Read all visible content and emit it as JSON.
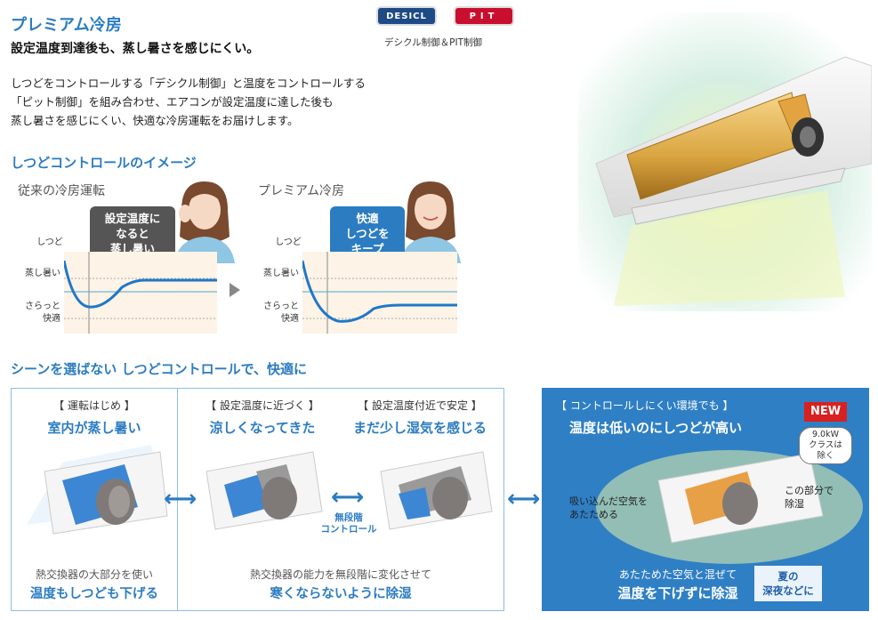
{
  "header": {
    "title": "プレミアム冷房",
    "subtitle": "設定温度到達後も、蒸し暑さを感じにくい。",
    "intro": "しつどをコントロールする「デシクル制御」と温度をコントロールする\n「ピット制御」を組み合わせ、エアコンが設定温度に達した後も\n蒸し暑さを感じにくい、快適な冷房運転をお届けします。"
  },
  "badges": {
    "desicl": "DESICL",
    "pit": "PIT",
    "caption": "デシクル制御＆PIT制御"
  },
  "humidity_image": {
    "title": "しつどコントロールのイメージ",
    "left": {
      "label": "従来の冷房運転",
      "bubble": "設定温度に\nなると\n蒸し暑い",
      "axis_label": "しつど",
      "level_high": "蒸し暑い",
      "level_low": "さらっと\n快適"
    },
    "right": {
      "label": "プレミアム冷房",
      "bubble": "快適\nしつどを\nキープ",
      "axis_label": "しつど",
      "level_high": "蒸し暑い",
      "level_low": "さらっと\n快適"
    }
  },
  "scenes": {
    "title": "シーンを選ばない しつどコントロールで、快適に",
    "scene1": {
      "head": "【 運転はじめ 】",
      "big": "室内が蒸し暑い",
      "note": "熱交換器の大部分を使い",
      "bold": "温度もしつども下げる"
    },
    "scene2": {
      "head": "【 設定温度に近づく 】",
      "big": "涼しくなってきた"
    },
    "scene3": {
      "head": "【 設定温度付近で安定 】",
      "big": "まだ少し湿気を感じる"
    },
    "stepless": "無段階\nコントロール",
    "scene23_note": "熱交換器の能力を無段階に変化させて",
    "scene23_bold": "寒くならないように除湿",
    "scene4": {
      "head": "【 コントロールしにくい環境でも 】",
      "big": "温度は低いのにしつどが高い",
      "new_badge": "NEW",
      "capacity_note": "9.0kW\nクラスは\n除く",
      "label_left": "吸い込んだ空気を\nあたためる",
      "label_right": "この部分で\n除湿",
      "note": "あたためた空気と混ぜて",
      "bold": "温度を下げずに除湿",
      "season": "夏の\n深夜などに"
    }
  },
  "colors": {
    "accent": "#2c7cc2",
    "panel_blue": "#2f7fc5",
    "graph_bg": "#fdf3e6",
    "desicl_badge": "#1e4a86",
    "pit_badge": "#c8102e",
    "new_badge": "#d92020"
  }
}
